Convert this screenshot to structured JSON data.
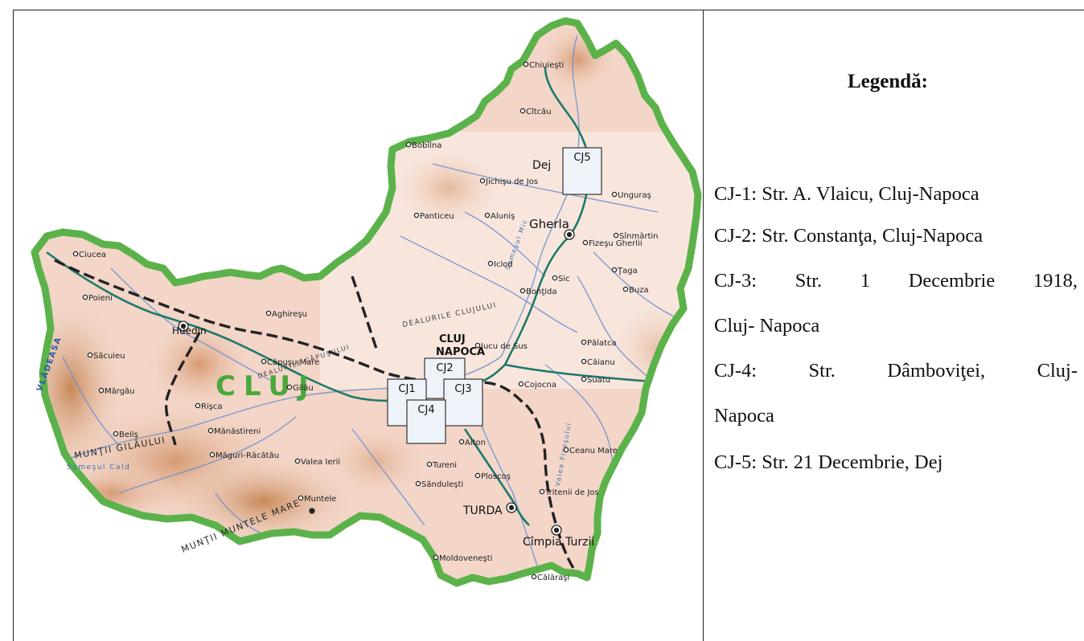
{
  "legend": {
    "title": "Legendă:",
    "items": [
      {
        "code": "CJ-1",
        "text": "CJ-1: Str. A. Vlaicu, Cluj-Napoca"
      },
      {
        "code": "CJ-2",
        "text": "CJ-2: Str. Constanţa, Cluj-Napoca"
      },
      {
        "code": "CJ-3",
        "line1_words": [
          "CJ-3:",
          "Str.",
          "1",
          "Decembrie",
          "1918,"
        ],
        "line2": "Cluj- Napoca"
      },
      {
        "code": "CJ-4",
        "line1_words": [
          "CJ-4:",
          "Str.",
          "Dâmboviţei,",
          "Cluj-"
        ],
        "line2": "Napoca"
      },
      {
        "code": "CJ-5",
        "text": "CJ-5: Str. 21 Decembrie, Dej"
      }
    ]
  },
  "map": {
    "county_label": "CLUJ",
    "colors": {
      "border": "#5cb24a",
      "land": "#f3d6c8",
      "land_low": "#f8e6dd",
      "mountain": "#d9a27a",
      "river": "#6a8fd0",
      "road": "#1d7a6b",
      "rail": "#222222"
    },
    "stations": [
      "CJ1",
      "CJ2",
      "CJ3",
      "CJ4",
      "CJ5"
    ],
    "towns": {
      "major": [
        "CLUJ",
        "NAPOCA",
        "Dej",
        "Gherla",
        "TURDA",
        "Cîmpia Turzii",
        "Huedin"
      ],
      "minor": [
        "Chiuieşti",
        "Cîtcău",
        "Bobîlna",
        "Jichişu de Jos",
        "Unguraş",
        "Panticeu",
        "Aluniş",
        "Sînmărtin",
        "Fizeşu Gherlii",
        "Iclod",
        "Sic",
        "Ţaga",
        "Buza",
        "Bonţida",
        "Jucu de Sus",
        "Pălatca",
        "Căianu",
        "Suatu",
        "Cojocna",
        "Aghireşu",
        "Căpuşu Mare",
        "Gilău",
        "Ciucea",
        "Poieni",
        "Săcuieu",
        "Mărgău",
        "Rişca",
        "Mănăstireni",
        "Beliş",
        "Măguri-Răcătău",
        "Valea Ierii",
        "Muntele",
        "Aiton",
        "Tureni",
        "Sănduleşti",
        "Ploscoş",
        "Ceanu Mare",
        "Tritenii de Jos",
        "Moldoveneşti",
        "Călăraşi"
      ]
    },
    "relief_labels": [
      "VLĂDEASA",
      "MUNŢII GILĂULUI",
      "MUNŢII MUNTELE MARE",
      "Someşul Cald",
      "DEALURILE CLUJULUI",
      "DEALURILE CĂPUŞULUI",
      "Someşul Mic",
      "Valea Fizeşului"
    ]
  }
}
